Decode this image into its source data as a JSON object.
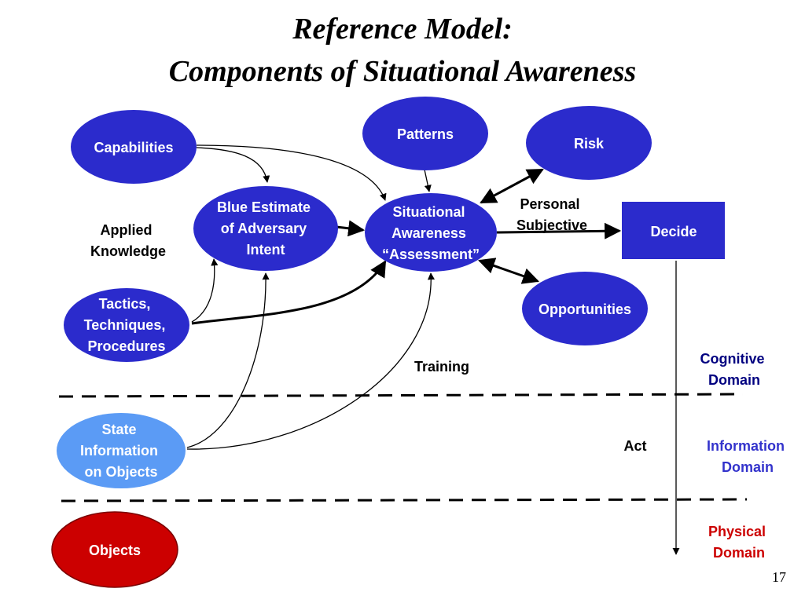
{
  "title": {
    "line1": "Reference Model:",
    "line2": "Components of Situational Awareness"
  },
  "nodes": {
    "capabilities": [
      "Capabilities"
    ],
    "patterns": [
      "Patterns"
    ],
    "risk": [
      "Risk"
    ],
    "blue_estimate": [
      "Blue Estimate",
      "of Adversary",
      "Intent"
    ],
    "situational_awareness": [
      "Situational",
      "Awareness",
      "“Assessment”"
    ],
    "decide": [
      "Decide"
    ],
    "opportunities": [
      "Opportunities"
    ],
    "ttp": [
      "Tactics,",
      "Techniques,",
      "Procedures"
    ],
    "state_information": [
      "State",
      "Information",
      "on Objects"
    ],
    "objects": [
      "Objects"
    ]
  },
  "labels": {
    "applied_knowledge": [
      "Applied",
      "Knowledge"
    ],
    "personal_subjective": [
      "Personal",
      "Subjective"
    ],
    "training": [
      "Training"
    ],
    "act": [
      "Act"
    ]
  },
  "domains": {
    "cognitive": [
      "Cognitive",
      "Domain"
    ],
    "information": [
      "Information",
      "Domain"
    ],
    "physical": [
      "Physical",
      "Domain"
    ]
  },
  "colors": {
    "node_blue": "#2B2BCC",
    "node_light_blue": "#5B9BF5",
    "node_red": "#CC0000",
    "cognitive_text": "#000080",
    "information_text": "#3333CC",
    "physical_text": "#CC0000"
  },
  "page_number": "17"
}
